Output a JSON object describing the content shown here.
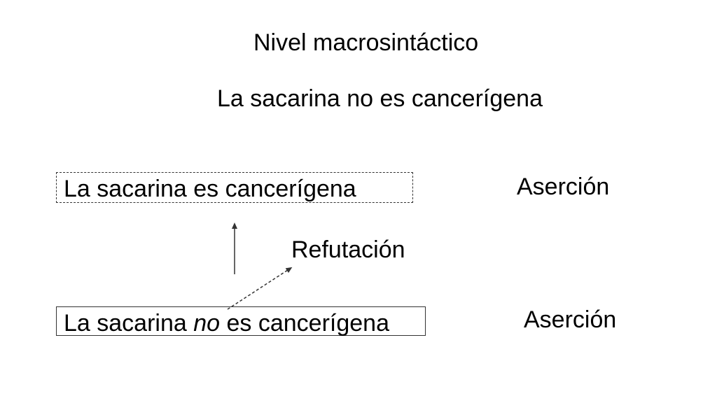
{
  "title": "Nivel macrosintáctico",
  "main_statement": "La sacarina no es cancerígena",
  "upper_box": {
    "text": "La sacarina es cancerígena"
  },
  "upper_label": "Aserción",
  "relation_label": "Refutación",
  "lower_box": {
    "before": "La sacarina ",
    "emphasis": "no",
    "after": " es cancerígena"
  },
  "lower_label": "Aserción",
  "colors": {
    "text": "#000000",
    "border": "#333333",
    "background": "#ffffff"
  }
}
